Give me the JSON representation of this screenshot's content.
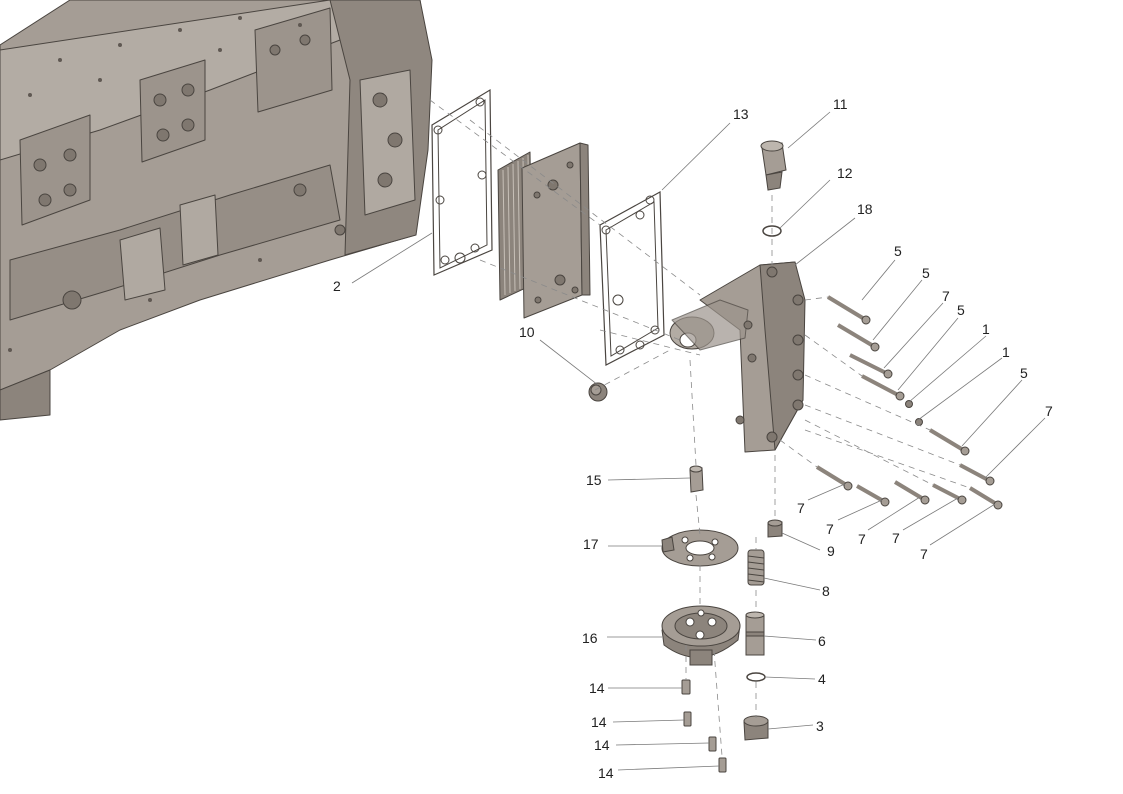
{
  "diagram": {
    "type": "exploded-parts-view",
    "callouts": {
      "c1a": "1",
      "c1b": "1",
      "c2": "2",
      "c3": "3",
      "c4": "4",
      "c5a": "5",
      "c5b": "5",
      "c5c": "5",
      "c5d": "5",
      "c6": "6",
      "c7a": "7",
      "c7b": "7",
      "c7c": "7",
      "c7d": "7",
      "c7e": "7",
      "c7f": "7",
      "c7g": "7",
      "c8": "8",
      "c9": "9",
      "c10": "10",
      "c11": "11",
      "c12": "12",
      "c13": "13",
      "c14a": "14",
      "c14b": "14",
      "c14c": "14",
      "c14d": "14",
      "c15": "15",
      "c16": "16",
      "c17": "17",
      "c18": "18"
    },
    "colors": {
      "part_fill": "#a59d95",
      "part_shade": "#8c847c",
      "part_light": "#bdb6ae",
      "outline": "#4a4540",
      "leader": "#7a7a7a",
      "text": "#222222"
    }
  }
}
